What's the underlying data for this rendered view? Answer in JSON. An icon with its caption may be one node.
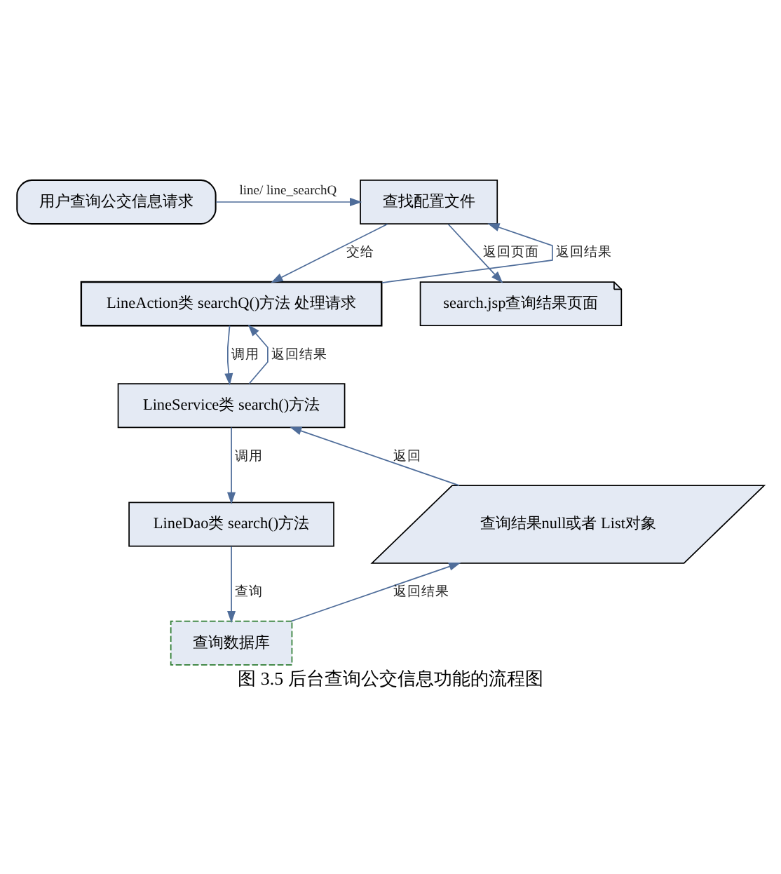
{
  "diagram": {
    "caption": "图 3.5 后台查询公交信息功能的流程图",
    "nodes": [
      {
        "text": [
          "用户查询公交信息请求"
        ]
      },
      {
        "text": [
          "查找配置文件"
        ]
      },
      {
        "text": [
          "LineAction类 searchQ()方法 处理请求"
        ]
      },
      {
        "text": [
          "search.jsp查询结果页面"
        ]
      },
      {
        "text": [
          "LineService类 search()方法"
        ]
      },
      {
        "text": [
          "查询结果null或者 List对象"
        ]
      },
      {
        "text": [
          "LineDao类 search()方法"
        ]
      },
      {
        "text": [
          "查询数据库"
        ]
      }
    ],
    "edges": [
      {
        "from": 0,
        "to": 1,
        "arrow": "to",
        "label": "line/ line_searchQ"
      },
      {
        "from": 1,
        "to": 2,
        "arrow": "to",
        "label": "交给"
      },
      {
        "from": 2,
        "to": 1,
        "arrow": "to",
        "label": "返回结果"
      },
      {
        "from": 1,
        "to": 3,
        "arrow": "to",
        "label": "返回页面"
      },
      {
        "from": 2,
        "to": 4,
        "arrow": "to",
        "label": "调用"
      },
      {
        "from": 4,
        "to": 2,
        "arrow": "to",
        "label": "返回结果"
      },
      {
        "from": 4,
        "to": 6,
        "arrow": "to",
        "label": "调用"
      },
      {
        "from": 6,
        "to": 7,
        "arrow": "to",
        "label": "查询"
      },
      {
        "from": 7,
        "to": 5,
        "arrow": "to",
        "label": "返回结果"
      },
      {
        "from": 5,
        "to": 4,
        "arrow": "to",
        "label": "返回"
      }
    ]
  }
}
